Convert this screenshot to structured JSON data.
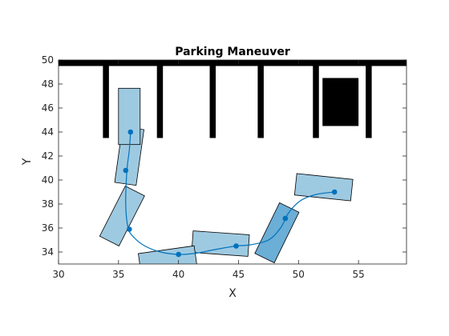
{
  "chart_data": {
    "type": "scatter",
    "title": "Parking Maneuver",
    "xlabel": "X",
    "ylabel": "Y",
    "xlim": [
      30,
      59
    ],
    "ylim": [
      33,
      50
    ],
    "xticks": [
      30,
      35,
      40,
      45,
      50,
      55
    ],
    "yticks": [
      34,
      36,
      38,
      40,
      42,
      44,
      46,
      48,
      50
    ],
    "grid": false,
    "colors": {
      "path": "#0072bd",
      "vehicle_fill": "#9ecae1",
      "vehicle_fill_dark": "#6baed6",
      "vehicle_edge": "#000000",
      "obstacle": "#000000"
    },
    "obstacles": [
      {
        "kind": "wall",
        "x": [
          30,
          59
        ],
        "y": [
          49.5,
          50
        ]
      },
      {
        "kind": "divider",
        "x": [
          33.7,
          34.2
        ],
        "y": [
          43.5,
          49.5
        ]
      },
      {
        "kind": "divider",
        "x": [
          38.2,
          38.7
        ],
        "y": [
          43.5,
          49.5
        ]
      },
      {
        "kind": "divider",
        "x": [
          42.6,
          43.1
        ],
        "y": [
          43.5,
          49.5
        ]
      },
      {
        "kind": "divider",
        "x": [
          46.6,
          47.1
        ],
        "y": [
          43.5,
          49.5
        ]
      },
      {
        "kind": "divider",
        "x": [
          51.2,
          51.7
        ],
        "y": [
          43.5,
          49.5
        ]
      },
      {
        "kind": "divider",
        "x": [
          55.6,
          56.1
        ],
        "y": [
          43.5,
          49.5
        ]
      },
      {
        "kind": "parked-car",
        "x": [
          52.0,
          55.0
        ],
        "y": [
          44.5,
          48.5
        ]
      }
    ],
    "path": {
      "x": [
        53.0,
        51.5,
        50.2,
        49.2,
        48.5,
        47.5,
        46.0,
        44.8,
        43.0,
        41.5,
        40.0,
        38.5,
        37.2,
        36.3,
        35.8,
        35.6,
        35.7,
        35.9,
        36.0
      ],
      "y": [
        39.0,
        38.8,
        38.3,
        37.3,
        36.0,
        35.0,
        34.6,
        34.5,
        34.2,
        33.9,
        33.8,
        34.0,
        34.5,
        35.2,
        36.0,
        38.0,
        40.8,
        42.5,
        44.0
      ]
    },
    "waypoints": [
      {
        "x": 53.0,
        "y": 39.0
      },
      {
        "x": 48.9,
        "y": 36.8
      },
      {
        "x": 44.8,
        "y": 34.5
      },
      {
        "x": 40.0,
        "y": 33.8
      },
      {
        "x": 35.9,
        "y": 35.9
      },
      {
        "x": 35.6,
        "y": 40.8
      },
      {
        "x": 36.0,
        "y": 44.0
      }
    ],
    "vehicles": [
      {
        "cx": 52.1,
        "cy": 39.4,
        "length": 4.7,
        "width": 1.8,
        "heading_deg": -6,
        "shade": "light"
      },
      {
        "cx": 48.2,
        "cy": 35.6,
        "length": 4.7,
        "width": 1.8,
        "heading_deg": 64,
        "shade": "dark"
      },
      {
        "cx": 43.5,
        "cy": 34.7,
        "length": 4.7,
        "width": 1.8,
        "heading_deg": -4,
        "shade": "light"
      },
      {
        "cx": 39.1,
        "cy": 33.3,
        "length": 4.7,
        "width": 1.8,
        "heading_deg": 8,
        "shade": "light"
      },
      {
        "cx": 35.3,
        "cy": 37.0,
        "length": 4.7,
        "width": 1.8,
        "heading_deg": 63,
        "shade": "light"
      },
      {
        "cx": 35.9,
        "cy": 42.0,
        "length": 4.7,
        "width": 1.8,
        "heading_deg": 82,
        "shade": "light"
      },
      {
        "cx": 35.9,
        "cy": 45.3,
        "length": 4.7,
        "width": 1.8,
        "heading_deg": 90,
        "shade": "light"
      }
    ]
  }
}
